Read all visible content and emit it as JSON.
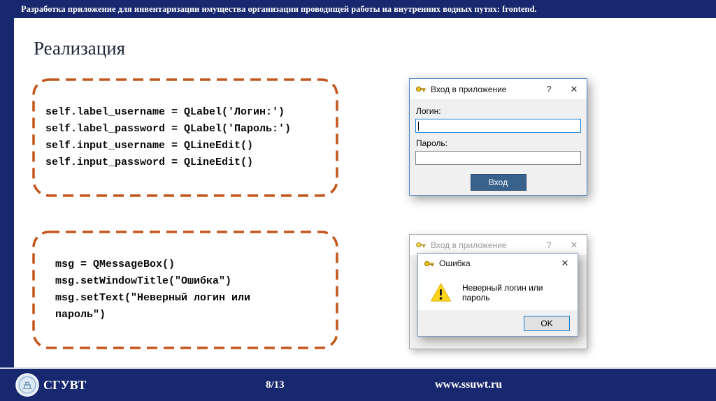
{
  "header": {
    "title": "Разработка приложение для инвентаризации имущества организации проводящей работы на внутренних водных путях: frontend."
  },
  "slide": {
    "title": "Реализация",
    "code_block_1": {
      "lines": [
        "self.label_username = QLabel('Логин:')",
        "self.label_password = QLabel('Пароль:')",
        "self.input_username = QLineEdit()",
        "self.input_password = QLineEdit()"
      ]
    },
    "code_block_2": {
      "lines": [
        "msg = QMessageBox()",
        "msg.setWindowTitle(\"Ошибка\")",
        "msg.setText(\"Неверный логин или пароль\")"
      ]
    }
  },
  "dialog_login": {
    "title": "Вход в приложение",
    "help_label": "?",
    "close_label": "✕",
    "username_label": "Логин:",
    "password_label": "Пароль:",
    "login_button": "Вход"
  },
  "dialog_login_inactive": {
    "title": "Вход в приложение",
    "help_label": "?",
    "close_label": "✕"
  },
  "dialog_error": {
    "title": "Ошибка",
    "close_label": "✕",
    "message": "Неверный логин или пароль",
    "ok_button": "OK"
  },
  "footer": {
    "org": "СГУВТ",
    "page": "8/13",
    "site": "www.ssuwt.ru"
  },
  "colors": {
    "navy": "#17286e",
    "accent_orange": "#c4561c",
    "focus_blue": "#0f7fd7",
    "login_button_blue": "#38618c"
  }
}
